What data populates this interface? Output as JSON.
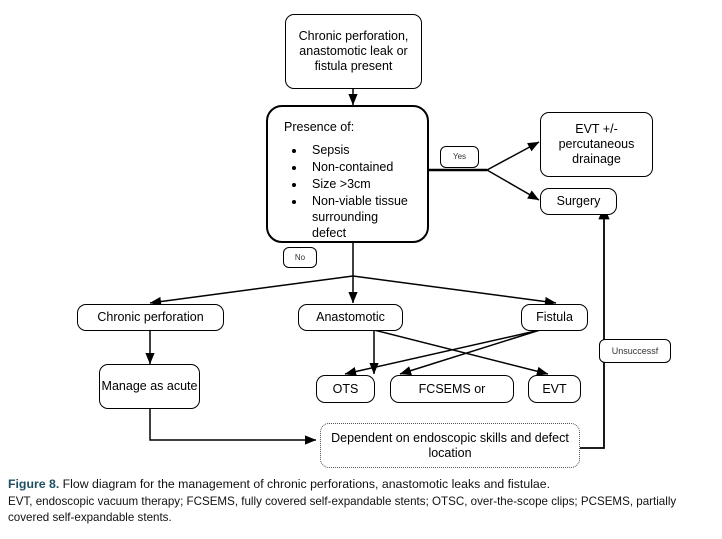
{
  "figure": {
    "label": "Figure 8.",
    "title": "Flow diagram for the management of chronic perforations, anastomotic leaks and fistulae.",
    "abbreviations": "EVT, endoscopic vacuum therapy; FCSEMS, fully covered self-expandable stents; OTSC, over-the-scope clips; PCSEMS, partially covered self-expandable stents.",
    "label_color": "#1d4f63"
  },
  "diagram": {
    "start": {
      "text": "Chronic perforation, anastomotic leak or fistula present"
    },
    "decision": {
      "heading": "Presence of:",
      "criteria": [
        "Sepsis",
        "Non-contained",
        "Size >3cm",
        "Non-viable tissue surrounding defect"
      ]
    },
    "branch_labels": {
      "yes": "Yes",
      "no": "No",
      "unsuccessful": "Unsuccessf"
    },
    "yes_outcomes": [
      {
        "text": "EVT +/- percutaneous drainage"
      },
      {
        "text": "Surgery"
      }
    ],
    "categories": [
      {
        "text": "Chronic perforation"
      },
      {
        "text": "Anastomotic"
      },
      {
        "text": "Fistula"
      }
    ],
    "treatments": [
      {
        "text": "Manage as acute"
      },
      {
        "text": "OTS"
      },
      {
        "text": "FCSEMS or"
      },
      {
        "text": "EVT"
      }
    ],
    "footer_note": {
      "text": "Dependent on endoscopic skills and defect location"
    }
  }
}
